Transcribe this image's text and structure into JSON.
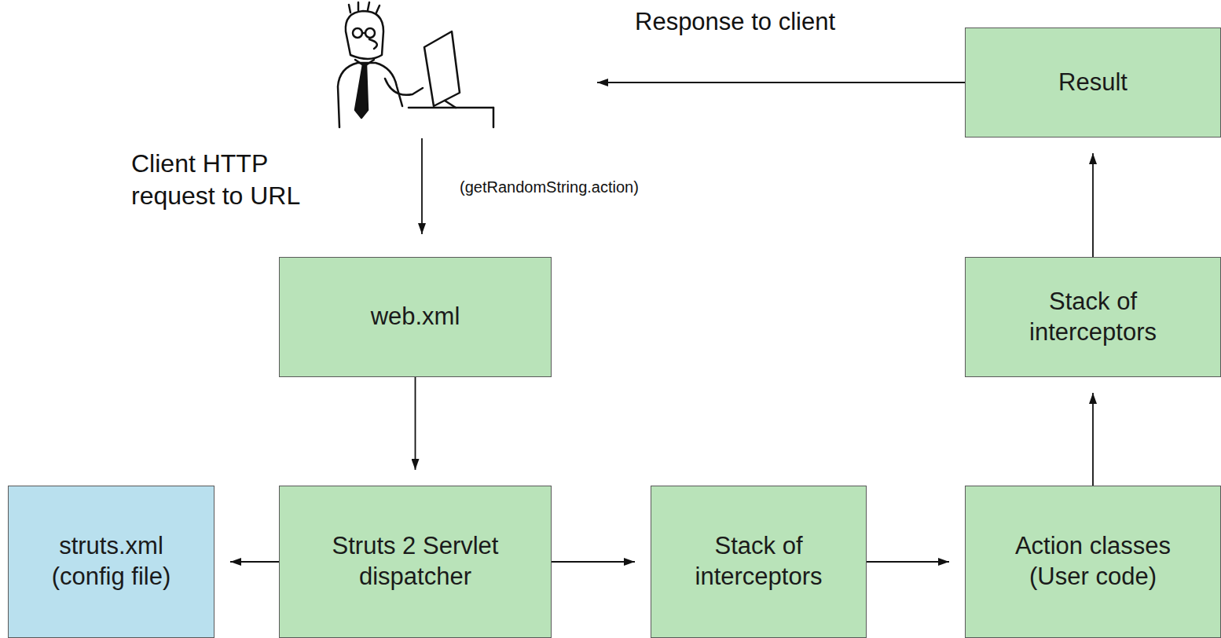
{
  "diagram": {
    "nodes": [
      {
        "text": [
          "web.xml"
        ]
      },
      {
        "text": [
          "Struts 2 Servlet dispatcher"
        ]
      },
      {
        "text": [
          "struts.xml (config file)"
        ]
      },
      {
        "text": [
          "Stack of interceptors"
        ]
      },
      {
        "text": [
          "Action classes (User code)"
        ]
      },
      {
        "text": [
          "Stack of interceptors"
        ]
      },
      {
        "text": [
          "Result"
        ]
      }
    ],
    "edges": [
      {
        "from": 0,
        "to": 1,
        "arrow": "to"
      },
      {
        "from": 1,
        "to": 2,
        "arrow": "to"
      },
      {
        "from": 1,
        "to": 3,
        "arrow": "to"
      },
      {
        "from": 3,
        "to": 4,
        "arrow": "to"
      },
      {
        "from": 4,
        "to": 5,
        "arrow": "to"
      },
      {
        "from": 5,
        "to": 6,
        "arrow": "to"
      }
    ],
    "labels": [
      "Response to client",
      "Client HTTP request to URL",
      "(getRandomString.action)"
    ]
  }
}
